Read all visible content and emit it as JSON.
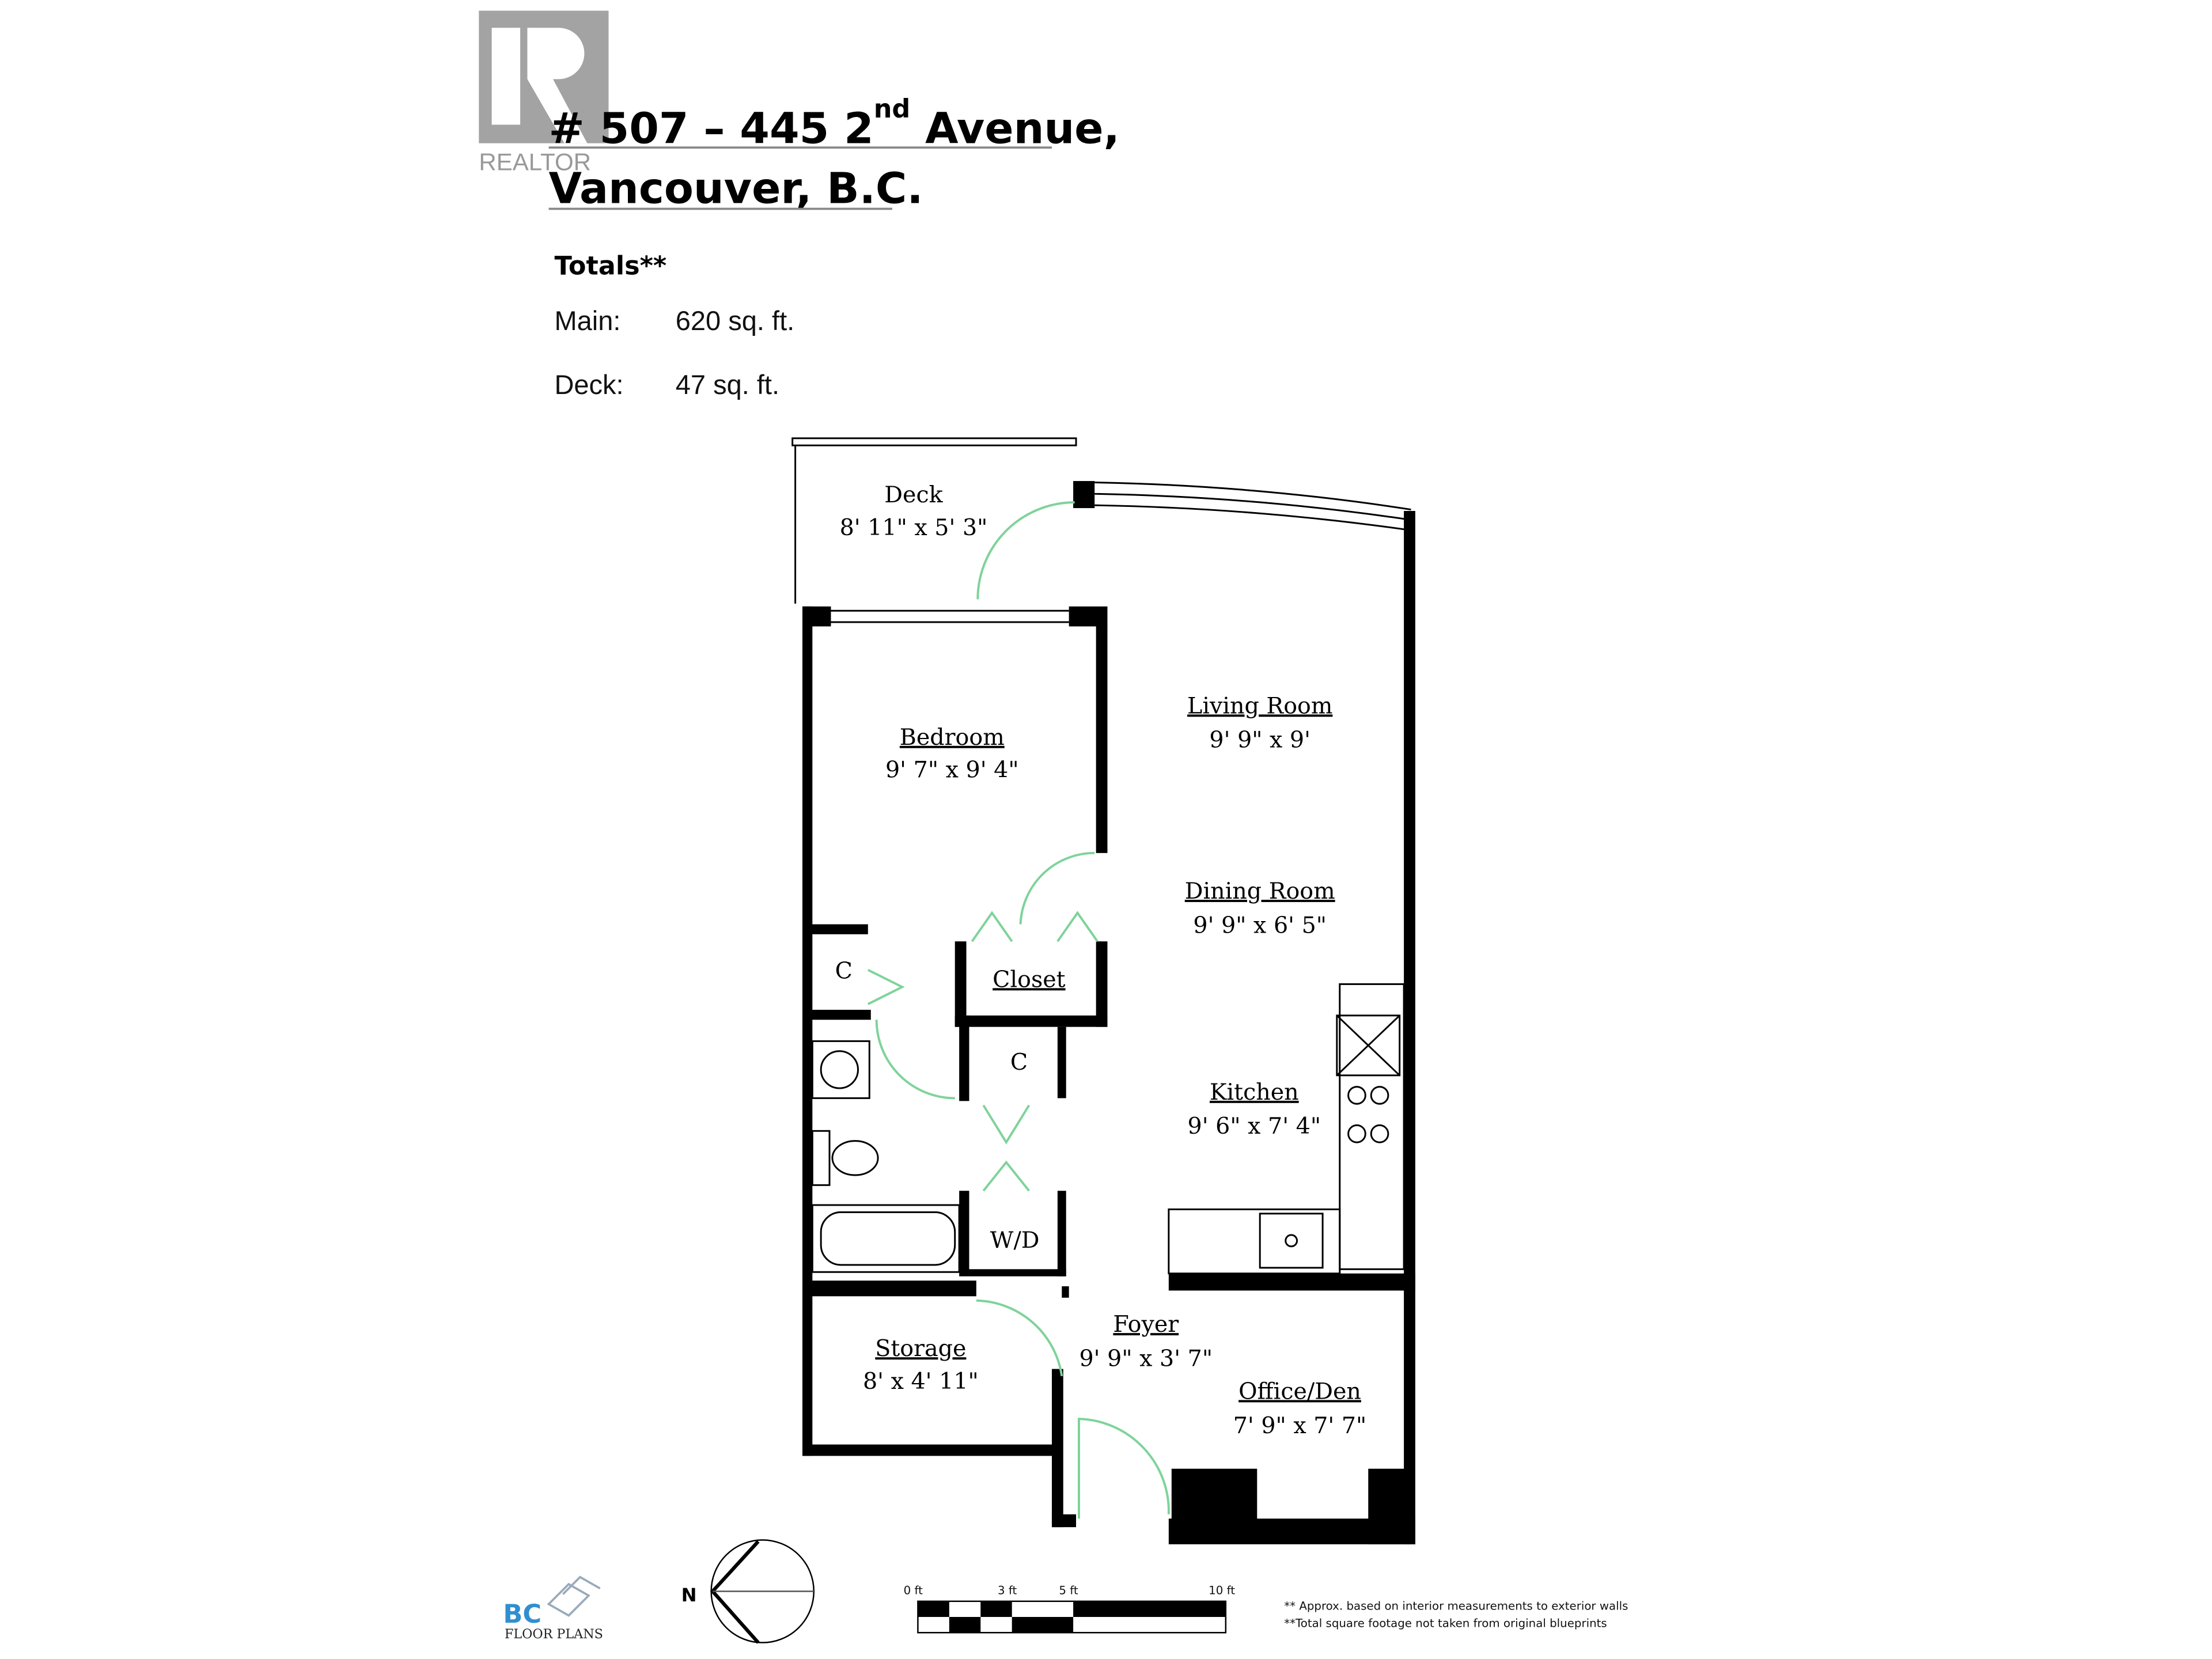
{
  "header": {
    "logo_text": "REALTOR",
    "address_line1_prefix": "# 507 – 445 2",
    "address_line1_sup": "nd",
    "address_line1_suffix": " Avenue,",
    "address_line2": "Vancouver, B.C."
  },
  "totals": {
    "heading": "Totals**",
    "rows": [
      {
        "label": "Main:",
        "value": "620 sq. ft."
      },
      {
        "label": "Deck:",
        "value": "47 sq. ft."
      }
    ]
  },
  "rooms": [
    {
      "name": "Deck",
      "dims": "8' 11\" x 5' 3\""
    },
    {
      "name": "Living Room",
      "dims": "9' 9\" x 9'"
    },
    {
      "name": "Bedroom",
      "dims": "9' 7\" x 9' 4\""
    },
    {
      "name": "Dining Room",
      "dims": "9' 9\" x 6' 5\""
    },
    {
      "name": "Kitchen",
      "dims": "9' 6\" x 7' 4\""
    },
    {
      "name": "Foyer",
      "dims": "9' 9\" x 3' 7\""
    },
    {
      "name": "Storage",
      "dims": "8' x 4' 11\""
    },
    {
      "name": "Office/Den",
      "dims": "7' 9\" x 7' 7\""
    }
  ],
  "labels": {
    "closet": "Closet",
    "c1": "C",
    "c2": "C",
    "wd": "W/D"
  },
  "footer": {
    "logo_line1": "BC",
    "logo_line2": "FLOOR PLANS",
    "north": "N",
    "scale_ticks": [
      "0 ft",
      "3 ft",
      "5 ft",
      "10 ft"
    ],
    "note1": "** Approx. based on interior measurements to exterior walls",
    "note2": "**Total square footage not taken from original blueprints"
  },
  "colors": {
    "door_swing": "#7ed39a",
    "logo_gray": "#a3a3a3",
    "bc_blue": "#2f8fd0"
  }
}
